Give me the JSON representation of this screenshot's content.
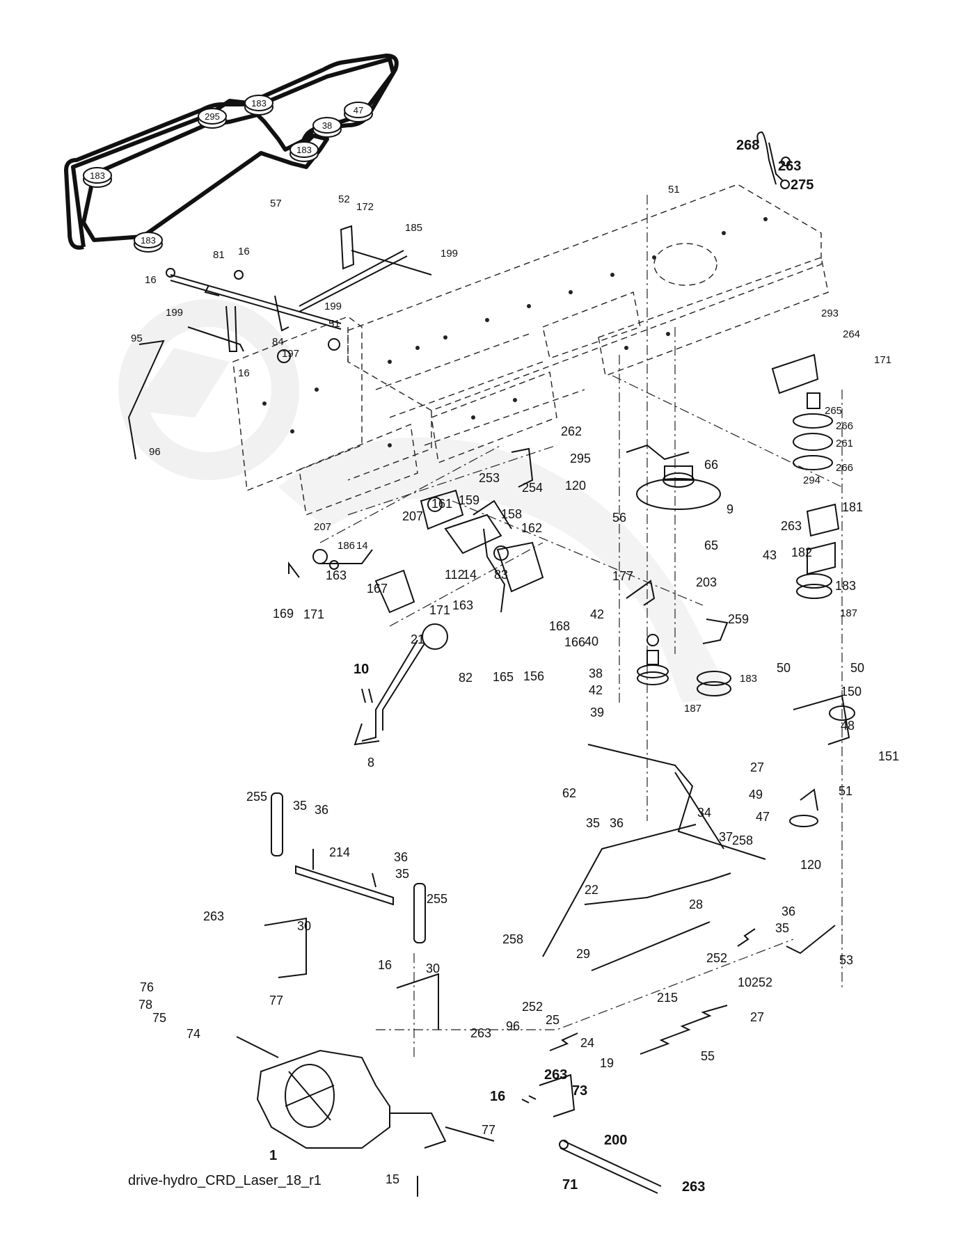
{
  "caption": "drive-hydro_CRD_Laser_18_r1",
  "belt": {
    "pulley_labels": [
      "183",
      "295",
      "183",
      "47",
      "38",
      "183",
      "183",
      "183"
    ],
    "belt_label": "57"
  },
  "callouts": [
    "268",
    "263",
    "275",
    "51",
    "52",
    "172",
    "185",
    "199",
    "81",
    "16",
    "16",
    "199",
    "199",
    "84",
    "51",
    "197",
    "16",
    "95",
    "96",
    "293",
    "264",
    "171",
    "265",
    "266",
    "261",
    "266",
    "294",
    "262",
    "295",
    "120",
    "66",
    "9",
    "253",
    "254",
    "56",
    "263",
    "181",
    "161",
    "159",
    "158",
    "207",
    "162",
    "207",
    "186",
    "14",
    "112",
    "14",
    "83",
    "163",
    "167",
    "171",
    "169",
    "171",
    "163",
    "65",
    "203",
    "43",
    "182",
    "183",
    "187",
    "177",
    "42",
    "40",
    "259",
    "21",
    "168",
    "166",
    "82",
    "165",
    "156",
    "38",
    "42",
    "39",
    "183",
    "187",
    "50",
    "50",
    "150",
    "48",
    "10",
    "8",
    "27",
    "151",
    "62",
    "35",
    "36",
    "49",
    "51",
    "47",
    "34",
    "37",
    "258",
    "120",
    "255",
    "35",
    "36",
    "214",
    "36",
    "35",
    "255",
    "22",
    "28",
    "36",
    "35",
    "263",
    "30",
    "258",
    "29",
    "252",
    "10",
    "252",
    "53",
    "16",
    "30",
    "76",
    "78",
    "75",
    "77",
    "74",
    "263",
    "96",
    "252",
    "25",
    "24",
    "19",
    "215",
    "27",
    "55",
    "263",
    "73",
    "16",
    "77",
    "1",
    "15",
    "200",
    "71",
    "263"
  ],
  "colors": {
    "ink": "#111111",
    "belt": "#111111",
    "watermark": "#eeeeee"
  }
}
